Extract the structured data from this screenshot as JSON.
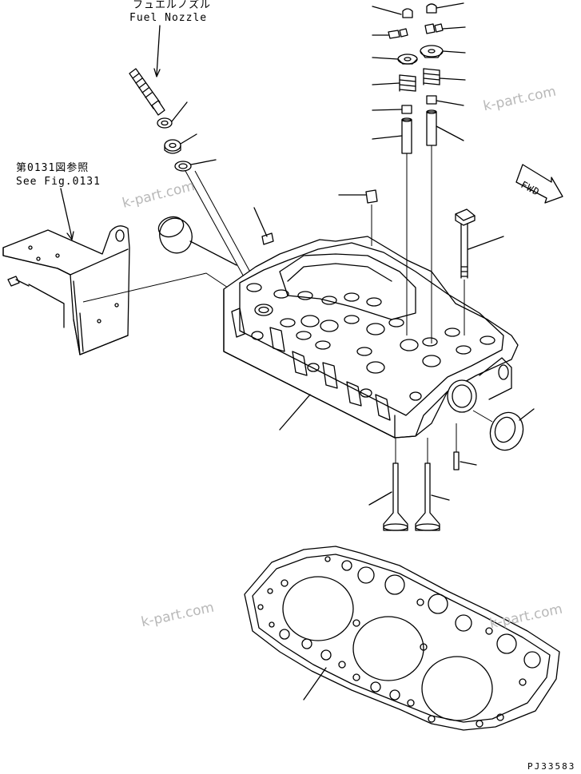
{
  "labels": {
    "fuel_nozzle_jp": "フュエルノズル",
    "fuel_nozzle_en": "Fuel Nozzle",
    "see_fig_jp": "第0131図参照",
    "see_fig_en": "See Fig.0131",
    "fwd": "FWD",
    "drawing_code": "PJ33583"
  },
  "watermarks": [
    "k-part.com",
    "k-part.com",
    "k-part.com",
    "k-part.com"
  ]
}
